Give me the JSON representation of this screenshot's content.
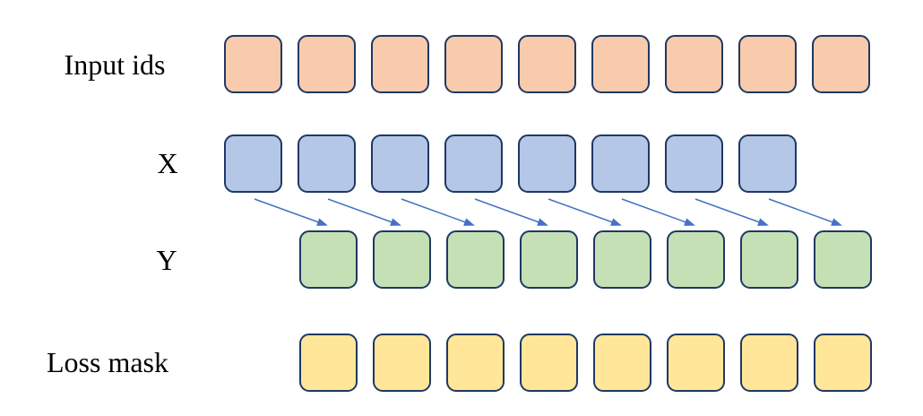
{
  "diagram": {
    "title": "token-shift-training-diagram",
    "colors": {
      "background": "#ffffff",
      "cell_border": "#1F3864",
      "arrow": "#4472C4",
      "label_text": "#000000"
    },
    "rows": [
      {
        "id": "input-ids",
        "label": "Input ids",
        "cell_count": 9,
        "fill": "#F8CBAD",
        "col_start": 0
      },
      {
        "id": "x",
        "label": "X",
        "cell_count": 8,
        "fill": "#B4C7E7",
        "col_start": 0
      },
      {
        "id": "y",
        "label": "Y",
        "cell_count": 8,
        "fill": "#C5E0B4",
        "col_start": 1
      },
      {
        "id": "loss-mask",
        "label": "Loss mask",
        "cell_count": 8,
        "fill": "#FFE699",
        "col_start": 1
      }
    ],
    "arrows": {
      "count": 8,
      "from_row": "x",
      "to_row": "y",
      "direction": "down-right",
      "shift_by": 1
    }
  }
}
